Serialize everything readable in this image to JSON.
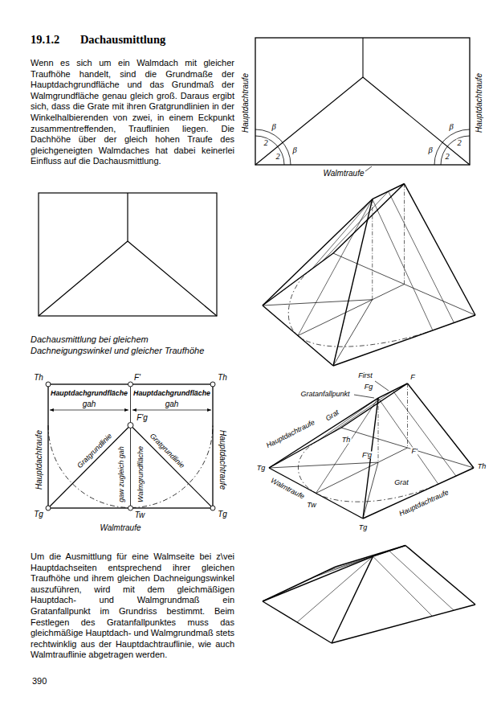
{
  "diagram": {
    "title": "19.1.2 Dachausmittlung",
    "caption": "Dachausmittlung bei gleichem Dachneigungswinkel und gleicher Traufhöhe",
    "labels": [
      "Wenn es sich um ein Walmdach mit gleicher Traufhöhe handelt, sind die Grundmaße der Hauptdachgrundfläche und das Grundmaß der Walmgrundfläche genau gleich groß. Daraus ergibt sich, dass die Grate mit ihren Gratgrundlinien in der Winkelhalbierenden von zwei, in einem Eckpunkt zusammentreffenden, Trauflinien liegen. Die Dachhöhe über der gleich hohen Traufe des gleichgeneigten Walmdaches hat dabei keinerlei Einfluss auf die Dachausmittlung.",
      "Hauptdachtraufe",
      "β",
      "2",
      "β",
      "2",
      "β",
      "2",
      "β",
      "2",
      "Hauptdachtraufe",
      "Walmtraufe",
      "Th",
      "F'",
      "Th",
      "Hauptdachgrundfläche",
      "Hauptdachgrundfläche",
      "gah",
      "gah",
      "F'g",
      "Hauptdachtraufe",
      "Gratgrundlinie",
      "gaw zugleich gah",
      "Walmgrundfläche",
      "Gratgrundlinie",
      "Hauptdachtraufe",
      "Tg",
      "Tg",
      "Tw",
      "Walmtraufe",
      "First",
      "F",
      "Gratanfallpunkt",
      "Fg",
      "Hauptdachtraufe",
      "Grat",
      "Th",
      "F'g",
      "F'",
      "Tg",
      "Grat",
      "Th",
      "Tw",
      "Walmtraufe",
      "Tg",
      "Hauptdachtraufe",
      "Um die Ausmittlung für eine Walmseite bei z\\vei Hauptdachseiten entsprechend ihrer gleichen Traufhöhe und ihrem gleichen Dachneigungswinkel auszuführen, wird mit dem gleichmäßigen Hauptdach- und Walmgrundmaß ein Gratanfallpunkt im Grundriss bestimmt. Beim Festlegen des Gratanfallpunktes muss das gleichmäßige Hauptdach- und Walmgrundmaß stets rechtwinklig aus der Hauptdachtrauflinie, wie auch Walmtrauflinie abgetragen werden.",
      "390"
    ]
  }
}
